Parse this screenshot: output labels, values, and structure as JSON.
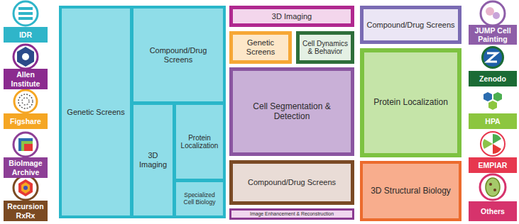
{
  "diagram": {
    "nodes": [
      {
        "text": [
          "IDR"
        ]
      },
      {
        "text": [
          "Allen Institute"
        ]
      },
      {
        "text": [
          "Figshare"
        ]
      },
      {
        "text": [
          "BioImage Archive"
        ]
      },
      {
        "text": [
          "Recursion RxRx"
        ]
      },
      {
        "text": [
          "Genetic Screens"
        ]
      },
      {
        "text": [
          "Compound/Drug Screens"
        ]
      },
      {
        "text": [
          "3D Imaging"
        ]
      },
      {
        "text": [
          "Protein Localization"
        ]
      },
      {
        "text": [
          "Specialized Cell Biology"
        ]
      },
      {
        "text": [
          "3D Imaging"
        ]
      },
      {
        "text": [
          "Genetic Screens"
        ]
      },
      {
        "text": [
          "Cell Dynamics & Behavior"
        ]
      },
      {
        "text": [
          "Cell Segmentation & Detection"
        ]
      },
      {
        "text": [
          "Compound/Drug Screens"
        ]
      },
      {
        "text": [
          "Image Enhancement & Reconstruction"
        ]
      },
      {
        "text": [
          "Compound/Drug Screens"
        ]
      },
      {
        "text": [
          "Protein Localization"
        ]
      },
      {
        "text": [
          "3D Structural Biology"
        ]
      },
      {
        "text": [
          "JUMP Cell Painting"
        ]
      },
      {
        "text": [
          "Zenodo"
        ]
      },
      {
        "text": [
          "HPA"
        ]
      },
      {
        "text": [
          "EMPIAR"
        ]
      },
      {
        "text": [
          "Others"
        ]
      }
    ]
  }
}
